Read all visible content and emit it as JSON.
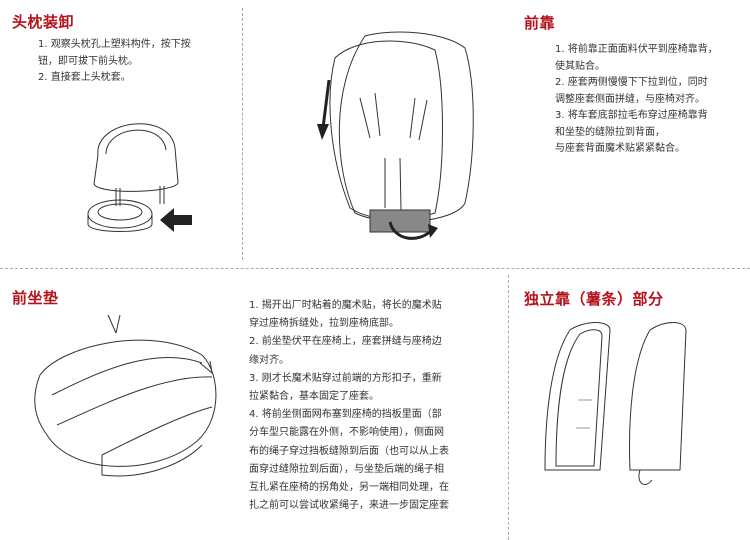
{
  "sections": {
    "headrest": {
      "title": "头枕装卸",
      "steps": [
        "1. 观察头枕孔上塑料构件，按下按",
        "钮，即可拔下前头枕。",
        "2. 直接套上头枕套。"
      ]
    },
    "backrest": {
      "title": "前靠",
      "steps": [
        "1. 将前靠正面面料伏平到座椅靠背，",
        "使其贴合。",
        "2. 座套两侧慢慢下下拉到位，同时",
        "调整座套侧面拼缝，与座椅对齐。",
        "3. 将车套底部拉毛布穿过座椅靠背",
        "和坐垫的缝隙拉到背面，",
        "与座套背面魔术贴紧紧黏合。"
      ]
    },
    "seat_cushion": {
      "title": "前坐垫",
      "steps": [
        "1. 揭开出厂时粘着的魔术贴，将长的魔术贴",
        "穿过座椅拆缝处，拉到座椅底部。",
        "2. 前坐垫伏平在座椅上，座套拼缝与座椅边",
        "缘对齐。",
        "3. 刚才长魔术贴穿过前端的方形扣子，重新",
        "拉紧黏合，基本固定了座套。",
        "4. 将前坐侧面网布塞到座椅的挡板里面（部",
        "分车型只能露在外侧，不影响使用），侧面网",
        "布的绳子穿过挡板缝隙到后面（也可以从上表",
        "面穿过缝隙拉到后面），与坐垫后端的绳子相",
        "互扎紧在座椅的拐角处，另一端相同处理，在",
        "扎之前可以尝试收紧绳子，来进一步固定座套"
      ]
    },
    "side_bolster": {
      "title": "独立靠（薯条）部分"
    }
  },
  "colors": {
    "title_red": "#b5121b",
    "divider": "#aaaaaa"
  },
  "icons": [
    "arrow-left-icon",
    "arrow-down-icon",
    "arrow-curve-icon"
  ]
}
